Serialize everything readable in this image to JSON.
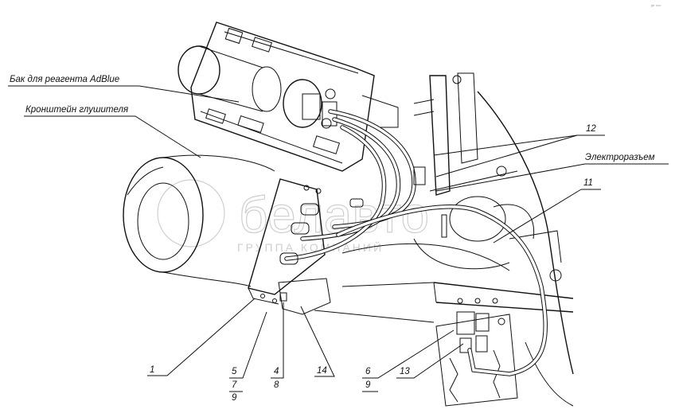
{
  "callouts": {
    "tank": "Бак для реагента AdBlue",
    "bracket": "Кронштейн глушителя",
    "connector": "Электроразъем",
    "n12": "12",
    "n11": "11",
    "n1": "1",
    "n5": "5",
    "n7": "7",
    "n9a": "9",
    "n4": "4",
    "n8": "8",
    "n14": "14",
    "n6": "6",
    "n9b": "9",
    "n13": "13"
  },
  "watermark": {
    "brand": "белавто",
    "tagline": "ГРУППА КОМПАНИЙ"
  },
  "corner_mark": "gfr ooo"
}
